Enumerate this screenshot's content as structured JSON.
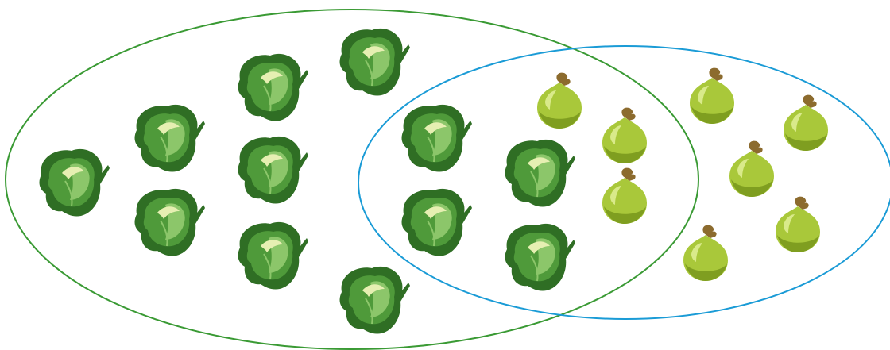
{
  "sets": [
    {
      "name": "cabbage-set",
      "color": "#3a9a34"
    },
    {
      "name": "onion-set",
      "color": "#1a9bd6"
    }
  ],
  "cabbage_colors": {
    "dark": "#2f6e24",
    "mid": "#4f9a3a",
    "light": "#8cc66a",
    "heart": "#e6efb2"
  },
  "onion_colors": {
    "body": "#a9c83a",
    "shade": "#7f9e20",
    "highlight": "#d9ea8a",
    "root": "#8c6b2e"
  },
  "items": [
    {
      "kind": "cabbage",
      "region": "cabbage-only"
    },
    {
      "kind": "cabbage",
      "region": "cabbage-only"
    },
    {
      "kind": "cabbage",
      "region": "cabbage-only"
    },
    {
      "kind": "cabbage",
      "region": "cabbage-only"
    },
    {
      "kind": "cabbage",
      "region": "cabbage-only"
    },
    {
      "kind": "cabbage",
      "region": "cabbage-only"
    },
    {
      "kind": "cabbage",
      "region": "cabbage-only"
    },
    {
      "kind": "cabbage",
      "region": "cabbage-only"
    },
    {
      "kind": "cabbage",
      "region": "both"
    },
    {
      "kind": "cabbage",
      "region": "both"
    },
    {
      "kind": "cabbage",
      "region": "both"
    },
    {
      "kind": "cabbage",
      "region": "both"
    },
    {
      "kind": "onion",
      "region": "both"
    },
    {
      "kind": "onion",
      "region": "both"
    },
    {
      "kind": "onion",
      "region": "both"
    },
    {
      "kind": "onion",
      "region": "onion-only"
    },
    {
      "kind": "onion",
      "region": "onion-only"
    },
    {
      "kind": "onion",
      "region": "onion-only"
    },
    {
      "kind": "onion",
      "region": "onion-only"
    },
    {
      "kind": "onion",
      "region": "onion-only"
    }
  ]
}
